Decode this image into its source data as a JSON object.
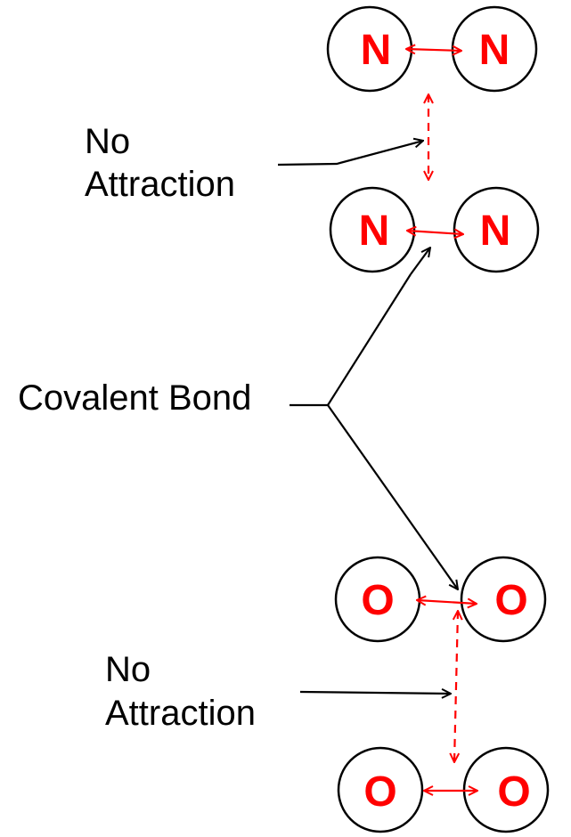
{
  "colors": {
    "atom_letter": "#ff0000",
    "attraction_arrow": "#ff0000",
    "outline": "#000000"
  },
  "molecules": [
    {
      "atoms": [
        {
          "symbol": "N"
        },
        {
          "symbol": "N"
        }
      ]
    },
    {
      "atoms": [
        {
          "symbol": "N"
        },
        {
          "symbol": "N"
        }
      ]
    },
    {
      "atoms": [
        {
          "symbol": "O"
        },
        {
          "symbol": "O"
        }
      ]
    },
    {
      "atoms": [
        {
          "symbol": "O"
        },
        {
          "symbol": "O"
        }
      ]
    }
  ],
  "labels": {
    "no_attraction_top": [
      "No",
      "Attraction"
    ],
    "covalent_bond": "Covalent Bond",
    "no_attraction_bottom": [
      "No",
      "Attraction"
    ]
  }
}
